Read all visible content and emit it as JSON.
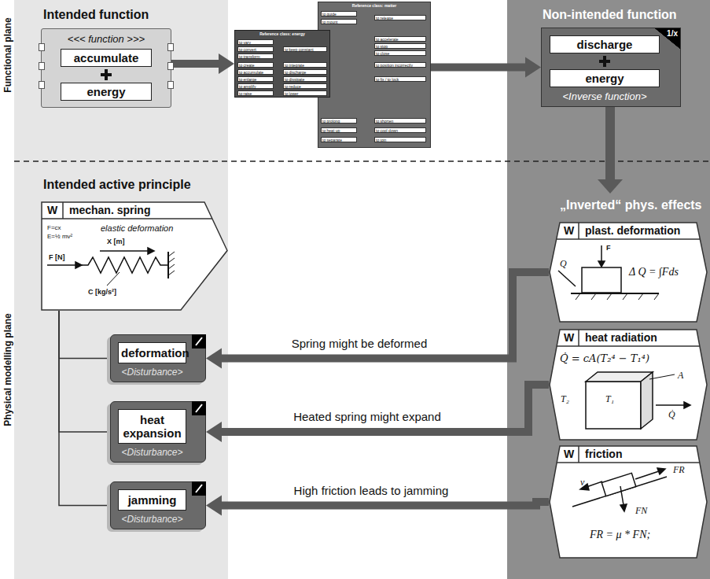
{
  "diagram": {
    "nodes": [
      {
        "text": [
          "<<< function >>>"
        ]
      },
      {
        "text": [
          "accumulate"
        ],
        "in": 0
      },
      {
        "text": [
          "energy"
        ],
        "in": 0
      },
      {
        "text": [
          "Reference class: matter"
        ]
      },
      {
        "text": [
          "Reference class: energy"
        ]
      },
      {
        "text": [
          "1/x",
          "<Inverse function>"
        ]
      },
      {
        "text": [
          "discharge"
        ],
        "in": 5
      },
      {
        "text": [
          "energy"
        ],
        "in": 5
      },
      {
        "text": [
          "W",
          "mechan. spring"
        ]
      },
      {
        "text": [
          "deformation",
          "<Disturbance>"
        ]
      },
      {
        "text": [
          "heat expansion",
          "<Disturbance>"
        ]
      },
      {
        "text": [
          "jamming",
          "<Disturbance>"
        ]
      },
      {
        "text": [
          "W",
          "plast. deformation"
        ]
      },
      {
        "text": [
          "W",
          "heat radiation"
        ]
      },
      {
        "text": [
          "W",
          "friction"
        ]
      }
    ],
    "edges": [
      {
        "from": 0,
        "to": 4,
        "arrow": "to"
      },
      {
        "from": 3,
        "to": 5,
        "arrow": "to"
      },
      {
        "from": 8,
        "to": 9,
        "arrow": "none"
      },
      {
        "from": 8,
        "to": 10,
        "arrow": "none"
      },
      {
        "from": 8,
        "to": 11,
        "arrow": "none"
      },
      {
        "from": 12,
        "to": 9,
        "label": "Spring might be deformed",
        "arrow": "to"
      },
      {
        "from": 13,
        "to": 10,
        "label": "Heated spring might expand",
        "arrow": "to"
      },
      {
        "from": 14,
        "to": 11,
        "label": "High friction leads to jamming",
        "arrow": "to"
      }
    ],
    "labels": [
      "Functional plane",
      "Physical modelling plane",
      "Intended function",
      "Non-intended function",
      "Intended active principle",
      "„Inverted“ phys. effects",
      "to guide",
      "to mount",
      "to release",
      "to vary",
      "to convert",
      "to transform",
      "to create",
      "to accumulate",
      "to enlarge",
      "to amplify",
      "to raise",
      "to keep constant",
      "to integrate",
      "to discharge",
      "to dissipate",
      "to reduce",
      "to lower",
      "to accelerate",
      "to stop",
      "to close",
      "to position incorrectly",
      "to fix / to lock",
      "to prolong",
      "to shorten",
      "to heat up",
      "to cool down",
      "to separate",
      "to join",
      "F=cx",
      "E=½ mv²",
      "elastic deformation",
      "F [N]",
      "X [m]",
      "C [kg/s²]",
      "Q",
      "F",
      "Δ Q = ∫Fds",
      "Q̇ = cA(T₂⁴ − T₁⁴)",
      "A",
      "Q̇",
      "T₂",
      "T₁",
      "v",
      "FR",
      "FN",
      "FR = μ * FN;"
    ]
  }
}
